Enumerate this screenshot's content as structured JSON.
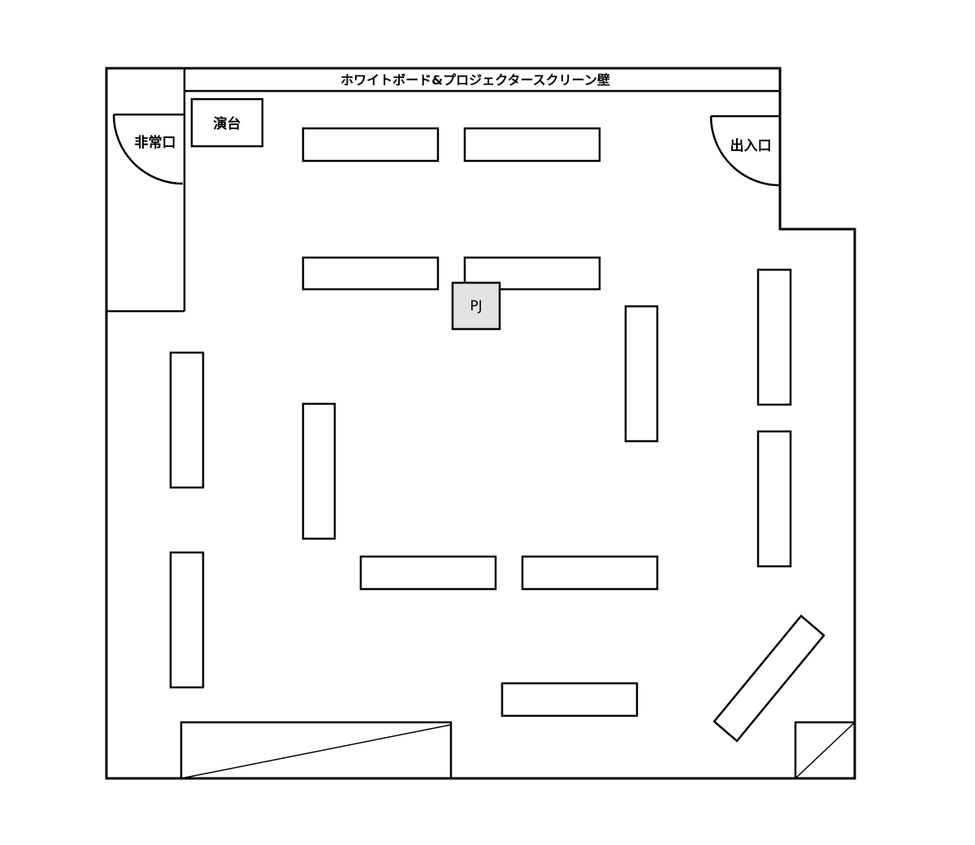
{
  "labels": {
    "wall_banner": "ホワイトボード&プロジェクタースクリーン壁",
    "podium": "演台",
    "emergency_exit": "非常口",
    "entrance": "出入口",
    "projector": "PJ"
  },
  "colors": {
    "lines": "#000000",
    "background": "#ffffff",
    "projector_fill": "#e3e3e3"
  },
  "desk_count": 16
}
